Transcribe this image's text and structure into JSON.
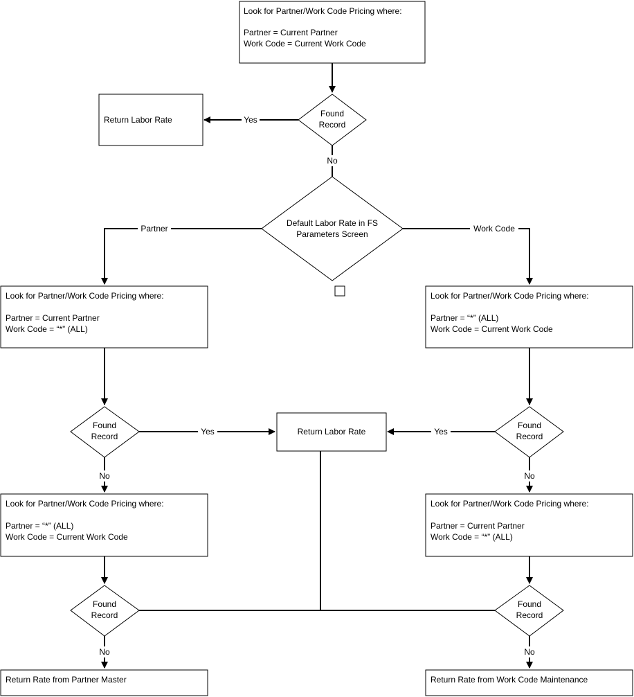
{
  "nodes": {
    "start_box": {
      "heading": "Look for Partner/Work Code Pricing where:",
      "line1": "Partner = Current Partner",
      "line2": "Work Code = Current Work Code"
    },
    "found_top": {
      "line1": "Found",
      "line2": "Record"
    },
    "return_labor_top": {
      "text": "Return Labor Rate"
    },
    "default_rate": {
      "line1": "Default Labor Rate in FS",
      "line2": "Parameters Screen"
    },
    "left_box_1": {
      "heading": "Look for Partner/Work Code Pricing where:",
      "line1": "Partner = Current Partner",
      "line2": "Work Code = “*” (ALL)"
    },
    "right_box_1": {
      "heading": "Look for Partner/Work Code Pricing where:",
      "line1": "Partner = “*” (ALL)",
      "line2": "Work Code = Current Work Code"
    },
    "found_left_1": {
      "line1": "Found",
      "line2": "Record"
    },
    "found_right_1": {
      "line1": "Found",
      "line2": "Record"
    },
    "return_labor_center": {
      "text": "Return Labor Rate"
    },
    "left_box_2": {
      "heading": "Look for Partner/Work Code Pricing where:",
      "line1": "Partner = “*” (ALL)",
      "line2": "Work Code = Current Work Code"
    },
    "right_box_2": {
      "heading": "Look for Partner/Work Code Pricing where:",
      "line1": "Partner = Current Partner",
      "line2": "Work Code = “*” (ALL)"
    },
    "found_left_2": {
      "line1": "Found",
      "line2": "Record"
    },
    "found_right_2": {
      "line1": "Found",
      "line2": "Record"
    },
    "return_partner_master": {
      "text": "Return Rate from Partner Master"
    },
    "return_work_code": {
      "text": "Return Rate from Work Code Maintenance"
    }
  },
  "edges": {
    "yes_top": "Yes",
    "no_top": "No",
    "partner": "Partner",
    "work_code": "Work Code",
    "yes_left": "Yes",
    "yes_right": "Yes",
    "no_left_1": "No",
    "no_right_1": "No",
    "no_left_2": "No",
    "no_right_2": "No"
  }
}
